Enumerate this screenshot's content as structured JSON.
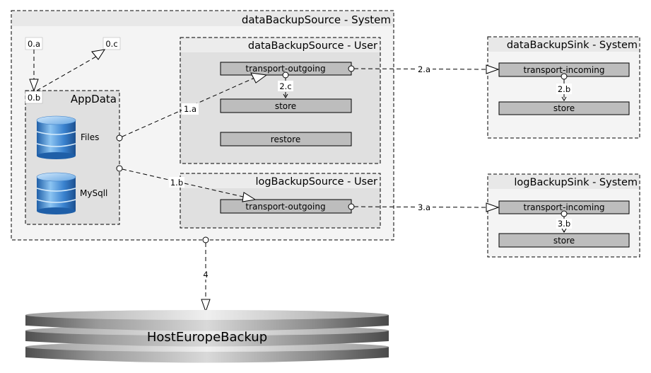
{
  "containers": {
    "source_system": "dataBackupSource - System",
    "source_user": "dataBackupSource - User",
    "log_user": "logBackupSource - User",
    "app_data": "AppData",
    "sink_system": "dataBackupSink - System",
    "log_sink_system": "logBackupSink - System"
  },
  "components": {
    "transport_outgoing_1": "transport-outgoing",
    "store_1": "store",
    "restore": "restore",
    "transport_outgoing_2": "transport-outgoing",
    "transport_incoming_1": "transport-incoming",
    "store_2": "store",
    "transport_incoming_2": "transport-incoming",
    "store_3": "store"
  },
  "databases": {
    "files": "Files",
    "mysql": "MySqll",
    "host": "HostEuropeBackup"
  },
  "labels": {
    "l0a": "0.a",
    "l0b": "0.b",
    "l0c": "0.c",
    "l1a": "1.a",
    "l1b": "1.b",
    "l2a": "2.a",
    "l2b": "2.b",
    "l2c": "2.c",
    "l3a": "3.a",
    "l3b": "3.b",
    "l4": "4"
  },
  "colors": {
    "outer_fill": "#f4f4f4",
    "inner_fill": "#e0e0e0",
    "component_fill": "#bdbdbd",
    "db_blue": "#4a90d9"
  }
}
